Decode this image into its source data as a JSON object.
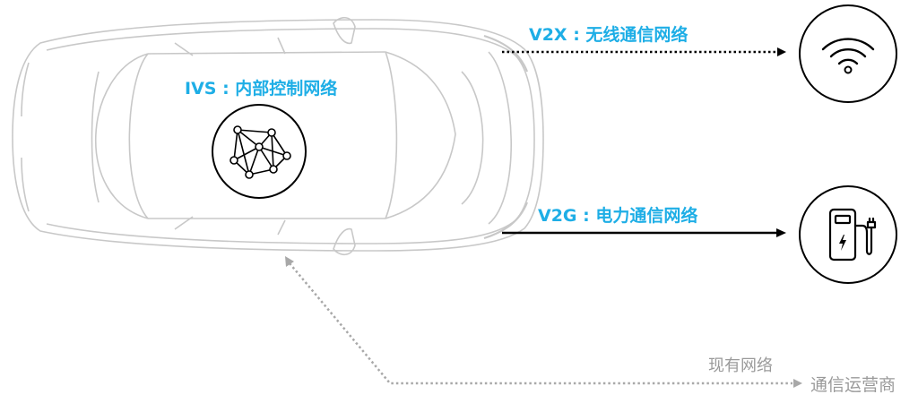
{
  "labels": {
    "ivs": "IVS : 内部控制网络",
    "v2x": "V2X : 无线通信网络",
    "v2g": "V2G : 电力通信网络",
    "existing_network": "现有网络",
    "carrier": "通信运营商"
  },
  "icons": {
    "network": "network-mesh-icon",
    "wifi": "wifi-icon",
    "charger": "ev-charger-icon"
  },
  "colors": {
    "accent": "#1eaee6",
    "line": "#000000",
    "muted": "#9a9a9a",
    "car_outline": "#c8c8c8"
  }
}
